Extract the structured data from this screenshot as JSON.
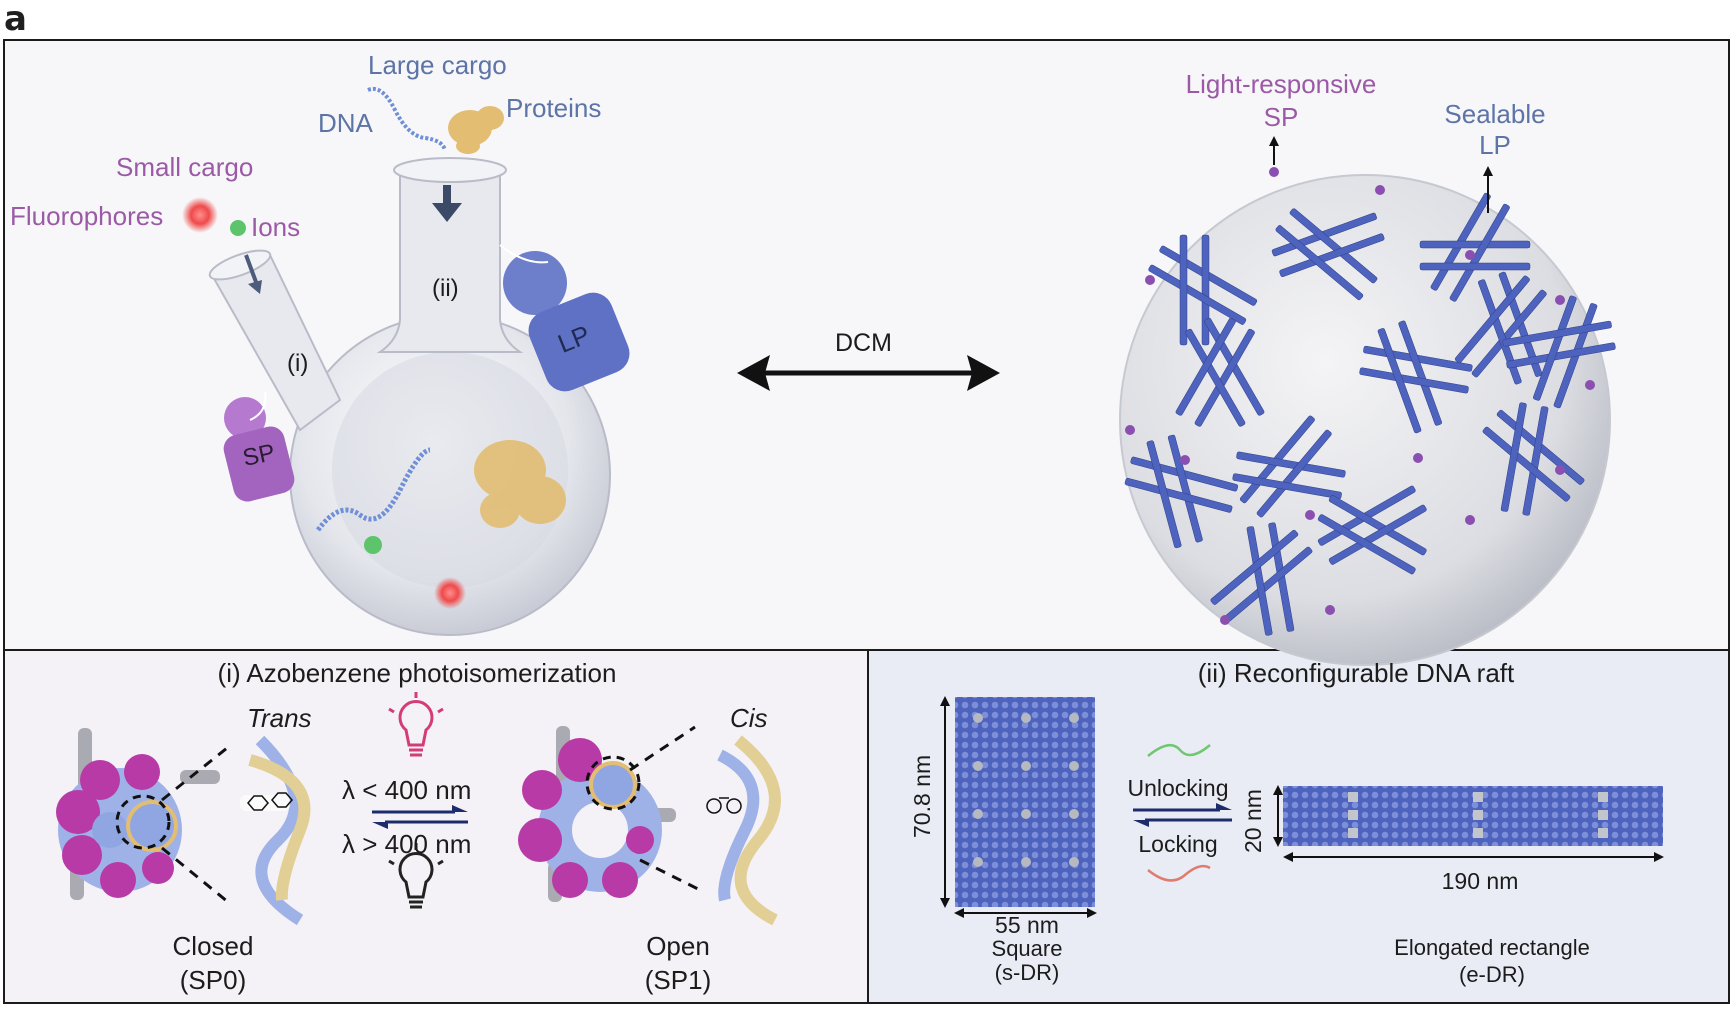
{
  "panel_letter": "a",
  "top": {
    "large_cargo": "Large cargo",
    "dna": "DNA",
    "proteins": "Proteins",
    "small_cargo": "Small cargo",
    "fluorophores": "Fluorophores",
    "ions": "Ions",
    "neck_i": "(i)",
    "neck_ii": "(ii)",
    "lp": "LP",
    "sp": "SP",
    "dcm": "DCM",
    "light_responsive": "Light-responsive",
    "sp_label": "SP",
    "sealable": "Sealable",
    "lp_label": "LP"
  },
  "bottom_left": {
    "title": "(i) Azobenzene photoisomerization",
    "trans": "Trans",
    "cis": "Cis",
    "lambda_lt": "λ < 400 nm",
    "lambda_gt": "λ > 400 nm",
    "closed": "Closed",
    "closed_code": "(SP0)",
    "open": "Open",
    "open_code": "(SP1)"
  },
  "bottom_right": {
    "title": "(ii) Reconfigurable DNA raft",
    "height_label": "70.8 nm",
    "width_label": "55 nm",
    "square": "Square",
    "square_code": "(s-DR)",
    "unlocking": "Unlocking",
    "locking": "Locking",
    "rect_height": "20 nm",
    "rect_width": "190 nm",
    "rect_name": "Elongated rectangle",
    "rect_code": "(e-DR)"
  },
  "colors": {
    "purple_text": "#9b5aa6",
    "blue_text": "#5d74a6",
    "dna_blue": "#6f8fd6",
    "protein_gold": "#e2bd72",
    "lp_blue": "#5f71c4",
    "sp_purple": "#a264bf",
    "sphere_gray": "#dcdde2",
    "raft_blue": "#4e63bd",
    "fluor_red": "#ef4a4a",
    "ion_green": "#5ec46b"
  }
}
